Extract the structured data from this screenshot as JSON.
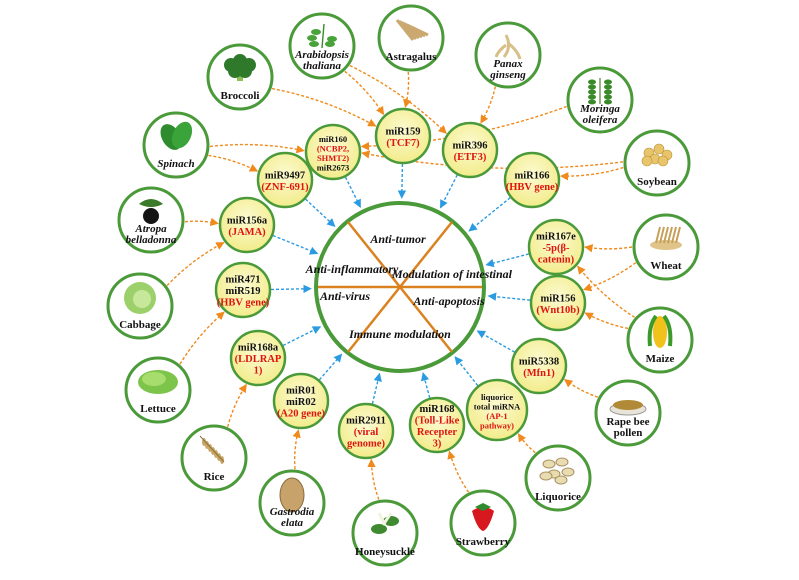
{
  "center": {
    "effects": [
      "Anti-tumor",
      "Anti-inflammatory",
      "Modulation of intestinal",
      "Anti-virus",
      "Anti-apoptosis",
      "Immune modulation"
    ]
  },
  "plants": [
    {
      "id": "arabidopsis",
      "lines": [
        "Arabidopsis",
        "thaliana"
      ],
      "italic": true,
      "icon": "arabidopsis-plant-icon"
    },
    {
      "id": "astragalus",
      "lines": [
        "Astragalus"
      ],
      "italic": false,
      "icon": "astragalus-root-icon"
    },
    {
      "id": "panax",
      "lines": [
        "Panax",
        "ginseng"
      ],
      "italic": true,
      "icon": "ginseng-root-icon"
    },
    {
      "id": "moringa",
      "lines": [
        "Moringa",
        "oleifera"
      ],
      "italic": true,
      "icon": "moringa-leaf-icon"
    },
    {
      "id": "soybean",
      "lines": [
        "Soybean"
      ],
      "italic": false,
      "icon": "soybean-icon"
    },
    {
      "id": "wheat",
      "lines": [
        "Wheat"
      ],
      "italic": false,
      "icon": "wheat-grain-icon"
    },
    {
      "id": "maize",
      "lines": [
        "Maize"
      ],
      "italic": false,
      "icon": "maize-corn-icon"
    },
    {
      "id": "rapebee",
      "lines": [
        "Rape bee",
        "pollen"
      ],
      "italic": false,
      "icon": "bee-pollen-icon"
    },
    {
      "id": "liquorice",
      "lines": [
        "Liquorice"
      ],
      "italic": false,
      "icon": "liquorice-slices-icon"
    },
    {
      "id": "strawberry",
      "lines": [
        "Strawberry"
      ],
      "italic": false,
      "icon": "strawberry-icon"
    },
    {
      "id": "honeysuckle",
      "lines": [
        "Honeysuckle"
      ],
      "italic": false,
      "icon": "honeysuckle-flower-icon"
    },
    {
      "id": "gastrodia",
      "lines": [
        "Gastrodia",
        "elata"
      ],
      "italic": true,
      "icon": "gastrodia-tuber-icon"
    },
    {
      "id": "rice",
      "lines": [
        "Rice"
      ],
      "italic": false,
      "icon": "rice-grain-icon"
    },
    {
      "id": "lettuce",
      "lines": [
        "Lettuce"
      ],
      "italic": false,
      "icon": "lettuce-icon"
    },
    {
      "id": "cabbage",
      "lines": [
        "Cabbage"
      ],
      "italic": false,
      "icon": "cabbage-icon"
    },
    {
      "id": "atropa",
      "lines": [
        "Atropa",
        "belladonna"
      ],
      "italic": true,
      "icon": "belladonna-berry-icon"
    },
    {
      "id": "spinach",
      "lines": [
        "Spinach"
      ],
      "italic": true,
      "icon": "spinach-leaf-icon"
    },
    {
      "id": "broccoli",
      "lines": [
        "Broccoli"
      ],
      "italic": false,
      "icon": "broccoli-icon"
    }
  ],
  "mirnas": [
    {
      "id": "mir160",
      "lines": [
        [
          "miR160",
          "black"
        ],
        [
          "(NCBP2,",
          "red"
        ],
        [
          "SHMT2)",
          "red"
        ],
        [
          "miR2673",
          "black"
        ]
      ],
      "small": true
    },
    {
      "id": "mir159",
      "lines": [
        [
          "miR159",
          "black"
        ],
        [
          "(TCF7)",
          "red"
        ]
      ],
      "small": false
    },
    {
      "id": "mir396",
      "lines": [
        [
          "miR396",
          "black"
        ],
        [
          "(ETF3)",
          "red"
        ]
      ],
      "small": false
    },
    {
      "id": "mir166",
      "lines": [
        [
          "miR166",
          "black"
        ],
        [
          "(HBV gene)",
          "red"
        ]
      ],
      "small": false
    },
    {
      "id": "mir167e",
      "lines": [
        [
          "miR167e",
          "black"
        ],
        [
          "-5p(β-",
          "red"
        ],
        [
          "catenin)",
          "red"
        ]
      ],
      "small": false
    },
    {
      "id": "mir156",
      "lines": [
        [
          "miR156",
          "black"
        ],
        [
          "(Wnt10b)",
          "red"
        ]
      ],
      "small": false
    },
    {
      "id": "mir5338",
      "lines": [
        [
          "miR5338",
          "black"
        ],
        [
          "(Mfn1)",
          "red"
        ]
      ],
      "small": false
    },
    {
      "id": "liquorice_mirna",
      "lines": [
        [
          "liquorice",
          "black"
        ],
        [
          "total miRNA",
          "black"
        ],
        [
          "(AP-1",
          "red"
        ],
        [
          "pathway)",
          "red"
        ]
      ],
      "small": true
    },
    {
      "id": "mir168",
      "lines": [
        [
          "miR168",
          "black"
        ],
        [
          "(Toll-Like",
          "red"
        ],
        [
          "Recepter",
          "red"
        ],
        [
          "3)",
          "red"
        ]
      ],
      "small": false
    },
    {
      "id": "mir2911",
      "lines": [
        [
          "miR2911",
          "black"
        ],
        [
          "(viral",
          "red"
        ],
        [
          "genome)",
          "red"
        ]
      ],
      "small": false
    },
    {
      "id": "mir01",
      "lines": [
        [
          "miR01",
          "black"
        ],
        [
          "miR02",
          "black"
        ],
        [
          "(A20 gene)",
          "red"
        ]
      ],
      "small": false
    },
    {
      "id": "mir168a",
      "lines": [
        [
          "miR168a",
          "black"
        ],
        [
          "(LDLRAP",
          "red"
        ],
        [
          "1)",
          "red"
        ]
      ],
      "small": false
    },
    {
      "id": "mir471",
      "lines": [
        [
          "miR471",
          "black"
        ],
        [
          "miR519",
          "black"
        ],
        [
          "(HBV gene)",
          "red"
        ]
      ],
      "small": false
    },
    {
      "id": "mir156a",
      "lines": [
        [
          "miR156a",
          "black"
        ],
        [
          "(JAMA)",
          "red"
        ]
      ],
      "small": false
    },
    {
      "id": "mir9497",
      "lines": [
        [
          "miR9497",
          "black"
        ],
        [
          "(ZNF-691)",
          "red"
        ]
      ],
      "small": false
    }
  ],
  "colors": {
    "ring_green": "#4a9a3a",
    "mirna_fill": "#f7f3a2",
    "mirna_stroke": "#4a9a3a",
    "orange_arrow": "#f08a1c",
    "blue_arrow": "#2a9be0",
    "cross_orange": "#d9821f",
    "label_red": "#e0140f"
  },
  "links_plant_to_mirna": [
    [
      "arabidopsis",
      "mir159"
    ],
    [
      "arabidopsis",
      "mir396"
    ],
    [
      "astragalus",
      "mir159"
    ],
    [
      "panax",
      "mir396"
    ],
    [
      "moringa",
      "mir160"
    ],
    [
      "soybean",
      "mir166"
    ],
    [
      "soybean",
      "mir160"
    ],
    [
      "wheat",
      "mir156"
    ],
    [
      "wheat",
      "mir167e"
    ],
    [
      "maize",
      "mir156"
    ],
    [
      "maize",
      "mir167e"
    ],
    [
      "rapebee",
      "mir5338"
    ],
    [
      "liquorice",
      "liquorice_mirna"
    ],
    [
      "strawberry",
      "mir168"
    ],
    [
      "honeysuckle",
      "mir2911"
    ],
    [
      "gastrodia",
      "mir01"
    ],
    [
      "rice",
      "mir168a"
    ],
    [
      "lettuce",
      "mir471"
    ],
    [
      "cabbage",
      "mir156a"
    ],
    [
      "atropa",
      "mir156a"
    ],
    [
      "spinach",
      "mir9497"
    ],
    [
      "spinach",
      "mir160"
    ],
    [
      "broccoli",
      "mir159"
    ]
  ]
}
